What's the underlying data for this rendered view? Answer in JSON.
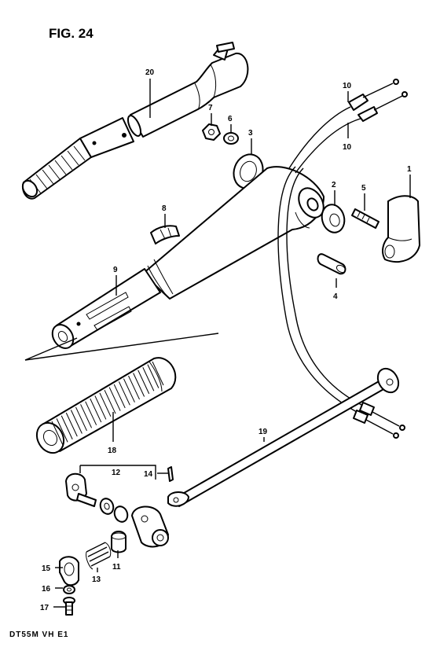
{
  "figure": {
    "title": "FIG. 24",
    "footer": "DT55M VH E1"
  },
  "callouts": [
    {
      "id": "c1",
      "label": "1"
    },
    {
      "id": "c2",
      "label": "2"
    },
    {
      "id": "c3",
      "label": "3"
    },
    {
      "id": "c4",
      "label": "4"
    },
    {
      "id": "c5",
      "label": "5"
    },
    {
      "id": "c6",
      "label": "6"
    },
    {
      "id": "c7",
      "label": "7"
    },
    {
      "id": "c8",
      "label": "8"
    },
    {
      "id": "c9",
      "label": "9"
    },
    {
      "id": "c10a",
      "label": "10"
    },
    {
      "id": "c10b",
      "label": "10"
    },
    {
      "id": "c11",
      "label": "11"
    },
    {
      "id": "c12",
      "label": "12"
    },
    {
      "id": "c13",
      "label": "13"
    },
    {
      "id": "c14",
      "label": "14"
    },
    {
      "id": "c15",
      "label": "15"
    },
    {
      "id": "c16",
      "label": "16"
    },
    {
      "id": "c17",
      "label": "17"
    },
    {
      "id": "c18",
      "label": "18"
    },
    {
      "id": "c19",
      "label": "19"
    },
    {
      "id": "c20",
      "label": "20"
    }
  ]
}
